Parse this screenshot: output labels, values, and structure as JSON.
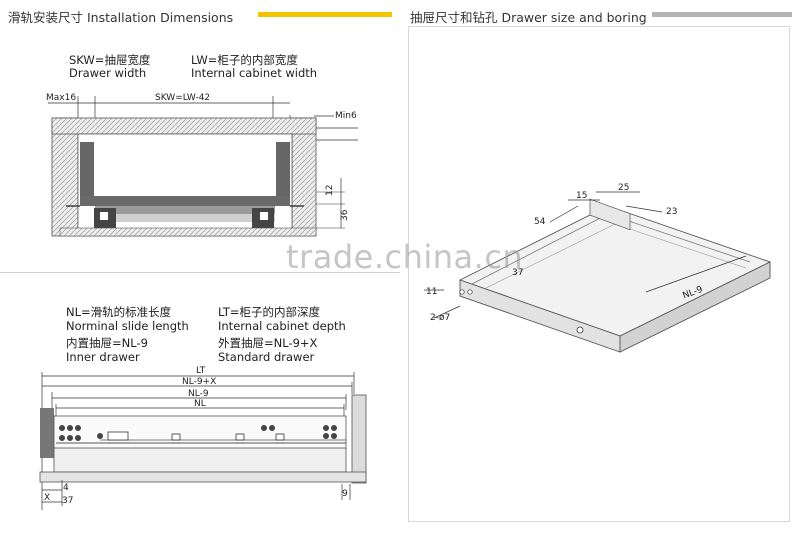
{
  "left_header": {
    "title": "滑轨安装尺寸  Installation Dimensions",
    "accent": "#f5c400"
  },
  "right_header": {
    "title": "抽屉尺寸和钻孔  Drawer size and boring",
    "accent": "#b4b4b4"
  },
  "top_diagram": {
    "skw_cn": "SKW=抽屉宽度",
    "skw_en": "Drawer width",
    "lw_cn": "LW=柜子的内部宽度",
    "lw_en": "Internal cabinet width",
    "dim_max16": "Max16",
    "dim_skw": "SKW=LW-42",
    "dim_min6": "Min6",
    "dim_12": "12",
    "dim_36": "36"
  },
  "bottom_diagram": {
    "nl_cn": "NL=滑轨的标准长度",
    "nl_en": "Norminal slide length",
    "lt_cn": "LT=柜子的内部深度",
    "lt_en": "Internal cabinet depth",
    "inner_cn": "内置抽屉=NL-9",
    "inner_en": "Inner drawer",
    "outer_cn": "外置抽屉=NL-9+X",
    "outer_en": "Standard drawer",
    "dim_lt": "LT",
    "dim_nl9x": "NL-9+X",
    "dim_nl9": "NL-9",
    "dim_nl": "NL",
    "dim_4": "4",
    "dim_x": "X",
    "dim_37": "37",
    "dim_9": "9"
  },
  "drawer_diagram": {
    "dim_25": "25",
    "dim_15": "15",
    "dim_23": "23",
    "dim_54": "54",
    "dim_11": "11",
    "dim_2d7": "2-ø7",
    "dim_nl9": "NL-9",
    "dim_37": "37"
  },
  "watermark": "trade.china.cn"
}
